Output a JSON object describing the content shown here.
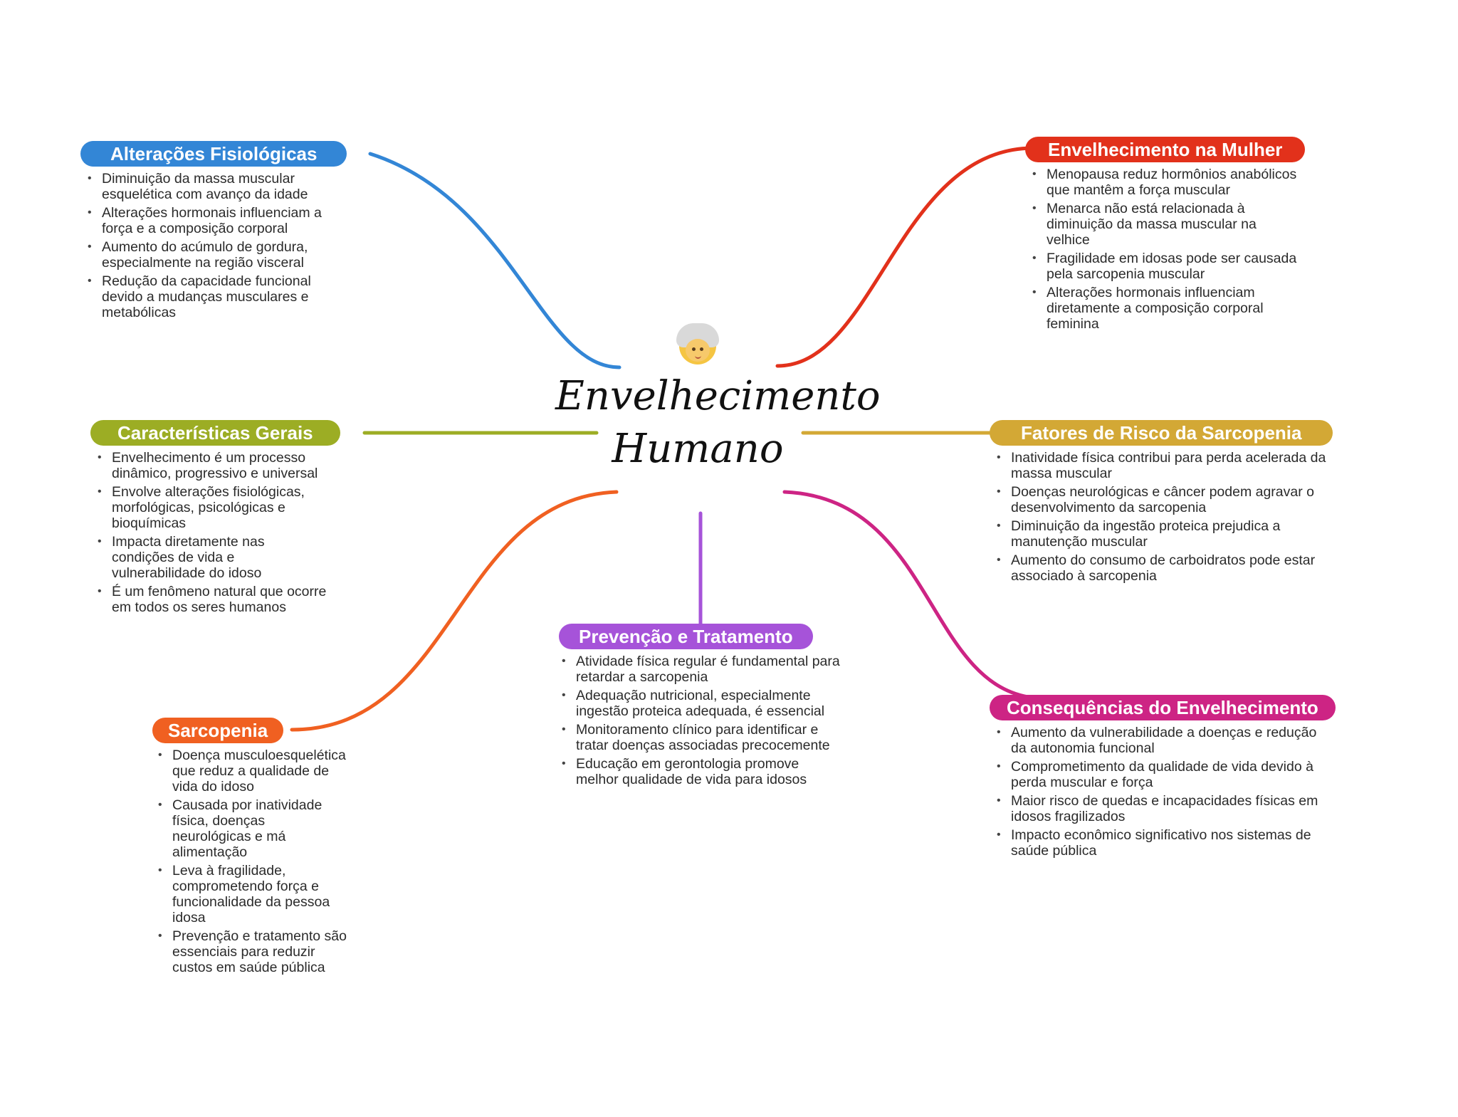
{
  "center": {
    "title": "Envelhecimento Humano",
    "icon": "older-person-emoji-icon"
  },
  "colors": {
    "blue": "#3386d6",
    "red": "#e2311b",
    "olive": "#9cad24",
    "gold": "#d3a835",
    "orange": "#f06021",
    "purple": "#a653d9",
    "magenta": "#cd2484"
  },
  "branches": {
    "fisiologicas": {
      "title": "Alterações Fisiológicas",
      "items": [
        "Diminuição da massa muscular esquelética com avanço da idade",
        "Alterações hormonais influenciam a força e a composição corporal",
        "Aumento do acúmulo de gordura, especialmente na região visceral",
        "Redução da capacidade funcional devido a mudanças musculares e metabólicas"
      ]
    },
    "mulher": {
      "title": "Envelhecimento na Mulher",
      "items": [
        "Menopausa reduz hormônios anabólicos que mantêm a força muscular",
        "Menarca não está relacionada à diminuição da massa muscular na velhice",
        "Fragilidade em idosas pode ser causada pela sarcopenia muscular",
        "Alterações hormonais influenciam diretamente a composição corporal feminina"
      ]
    },
    "gerais": {
      "title": "Características Gerais",
      "items": [
        "Envelhecimento é um processo dinâmico, progressivo e universal",
        "Envolve alterações fisiológicas, morfológicas, psicológicas e bioquímicas",
        "Impacta diretamente nas condições de vida e vulnerabilidade do idoso",
        "É um fenômeno natural que ocorre em todos os seres humanos"
      ]
    },
    "risco": {
      "title": "Fatores de Risco da Sarcopenia",
      "items": [
        "Inatividade física contribui para perda acelerada da massa muscular",
        "Doenças neurológicas e câncer podem agravar o desenvolvimento da sarcopenia",
        "Diminuição da ingestão proteica prejudica a manutenção muscular",
        "Aumento do consumo de carboidratos pode estar associado à sarcopenia"
      ]
    },
    "sarcopenia": {
      "title": "Sarcopenia",
      "items": [
        "Doença musculoesquelética que reduz a qualidade de vida do idoso",
        "Causada por inatividade física, doenças neurológicas e má alimentação",
        "Leva à fragilidade, comprometendo força e funcionalidade da pessoa idosa",
        "Prevenção e tratamento são essenciais para reduzir custos em saúde pública"
      ]
    },
    "prevencao": {
      "title": "Prevenção e Tratamento",
      "items": [
        "Atividade física regular é fundamental para retardar a sarcopenia",
        "Adequação nutricional, especialmente ingestão proteica adequada, é essencial",
        "Monitoramento clínico para identificar e tratar doenças associadas precocemente",
        "Educação em gerontologia promove melhor qualidade de vida para idosos"
      ]
    },
    "consequencias": {
      "title": "Consequências do Envelhecimento",
      "items": [
        "Aumento da vulnerabilidade a doenças e redução da autonomia funcional",
        "Comprometimento da qualidade de vida devido à perda muscular e força",
        "Maior risco de quedas e incapacidades físicas em idosos fragilizados",
        "Impacto econômico significativo nos sistemas de saúde pública"
      ]
    }
  }
}
